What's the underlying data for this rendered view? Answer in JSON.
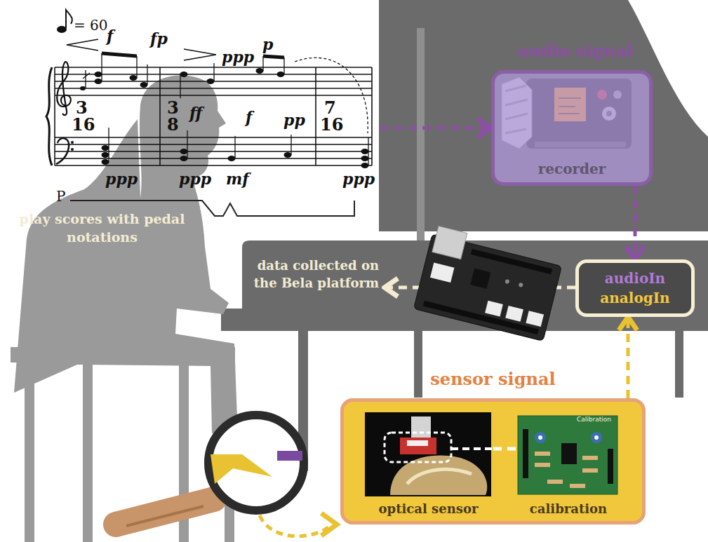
{
  "diagram": {
    "nodes": [
      {
        "text": [
          "= 60",
          "f",
          "fp",
          "ppp",
          "p",
          "3",
          "16",
          "3",
          "8",
          "ff",
          "f",
          "mf",
          "pp",
          "7",
          "16",
          "ppp",
          "ppp",
          "ppp",
          "P"
        ]
      },
      {
        "text": [
          "audio signal",
          "recorder"
        ]
      },
      {
        "text": [
          "audioIn",
          "analogIn"
        ]
      },
      {
        "text": [
          "data collected on the Bela platform"
        ]
      },
      {
        "text": [
          "sensor signal"
        ]
      },
      {
        "text": [
          "optical sensor"
        ],
        "in": 4
      },
      {
        "text": [
          "calibration"
        ],
        "in": 4
      }
    ],
    "edges": [
      {
        "from": 0,
        "to": 1,
        "arrow": "to"
      },
      {
        "from": 1,
        "to": 2,
        "arrow": "to"
      },
      {
        "from": 2,
        "to": 3,
        "arrow": "to"
      },
      {
        "from": 4,
        "to": 2,
        "arrow": "to"
      },
      {
        "from": 5,
        "to": 6,
        "arrow": "none"
      }
    ],
    "labels": [
      "play scores with pedal notations",
      "Calibration"
    ]
  }
}
